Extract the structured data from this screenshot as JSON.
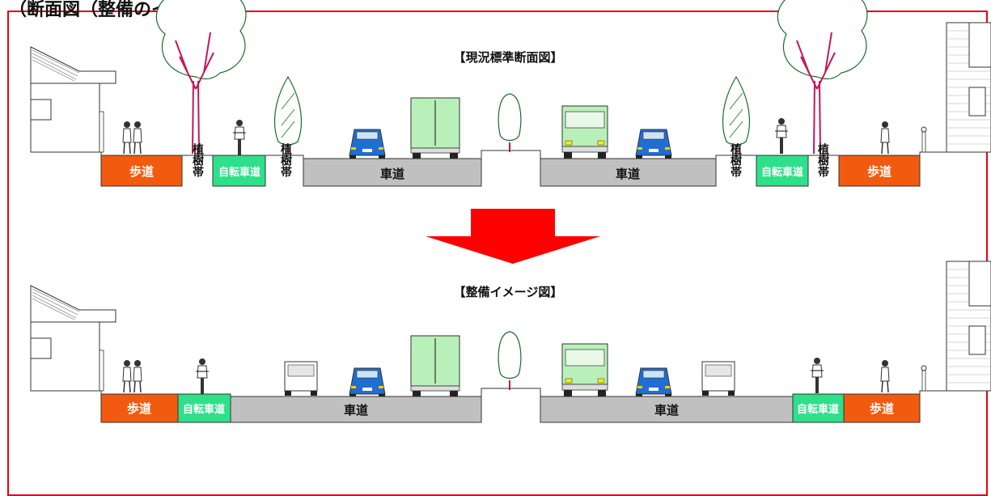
{
  "header_fragment": "（断面図（整備のイメージ）",
  "colors": {
    "frame": "#e60012",
    "sidewalk": "#f25a0f",
    "bike_lane": "#2fe08a",
    "roadway": "#c0c0c0",
    "arrow": "#ff0000"
  },
  "current": {
    "title": "【現況標準断面図】",
    "sidewalk_left": "歩道",
    "planting_left_1": "植樹帯",
    "bike_left": "自転車道",
    "planting_left_2": "植樹帯",
    "road_left": "車道",
    "road_right": "車道",
    "planting_right_1": "植樹帯",
    "bike_right": "自転車道",
    "planting_right_2": "植樹帯",
    "sidewalk_right": "歩道"
  },
  "planned": {
    "title": "【整備イメージ図】",
    "sidewalk_left": "歩道",
    "bike_left": "自転車道",
    "road_left": "車道",
    "road_right": "車道",
    "bike_right": "自転車道",
    "sidewalk_right": "歩道"
  },
  "icons": [
    "house-icon",
    "tree-icon",
    "pedestrian-icon",
    "cyclist-icon",
    "car-icon",
    "truck-icon",
    "van-icon",
    "bollard-icon",
    "down-arrow-icon"
  ]
}
